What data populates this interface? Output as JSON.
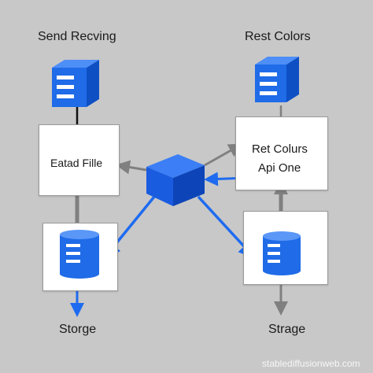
{
  "labels": {
    "title_left": "Send Recving",
    "title_right": "Rest Colors",
    "box_left": "Eatad Fille",
    "box_right_line1": "Ret Colurs",
    "box_right_line2": "Api One",
    "bottom_left": "Storge",
    "bottom_right": "Strage"
  },
  "watermark": "stablediffusionweb.com",
  "icons": {
    "server_top_left": "server-stack-icon",
    "server_top_right": "server-stack-icon",
    "center_cube": "cube-icon",
    "storage_left": "database-cylinder-icon",
    "storage_right": "database-cylinder-icon"
  },
  "colors": {
    "background": "#c8c8c8",
    "accent_blue": "#1e6bf0",
    "arrow_dark": "#111111",
    "arrow_gray": "#808080"
  }
}
